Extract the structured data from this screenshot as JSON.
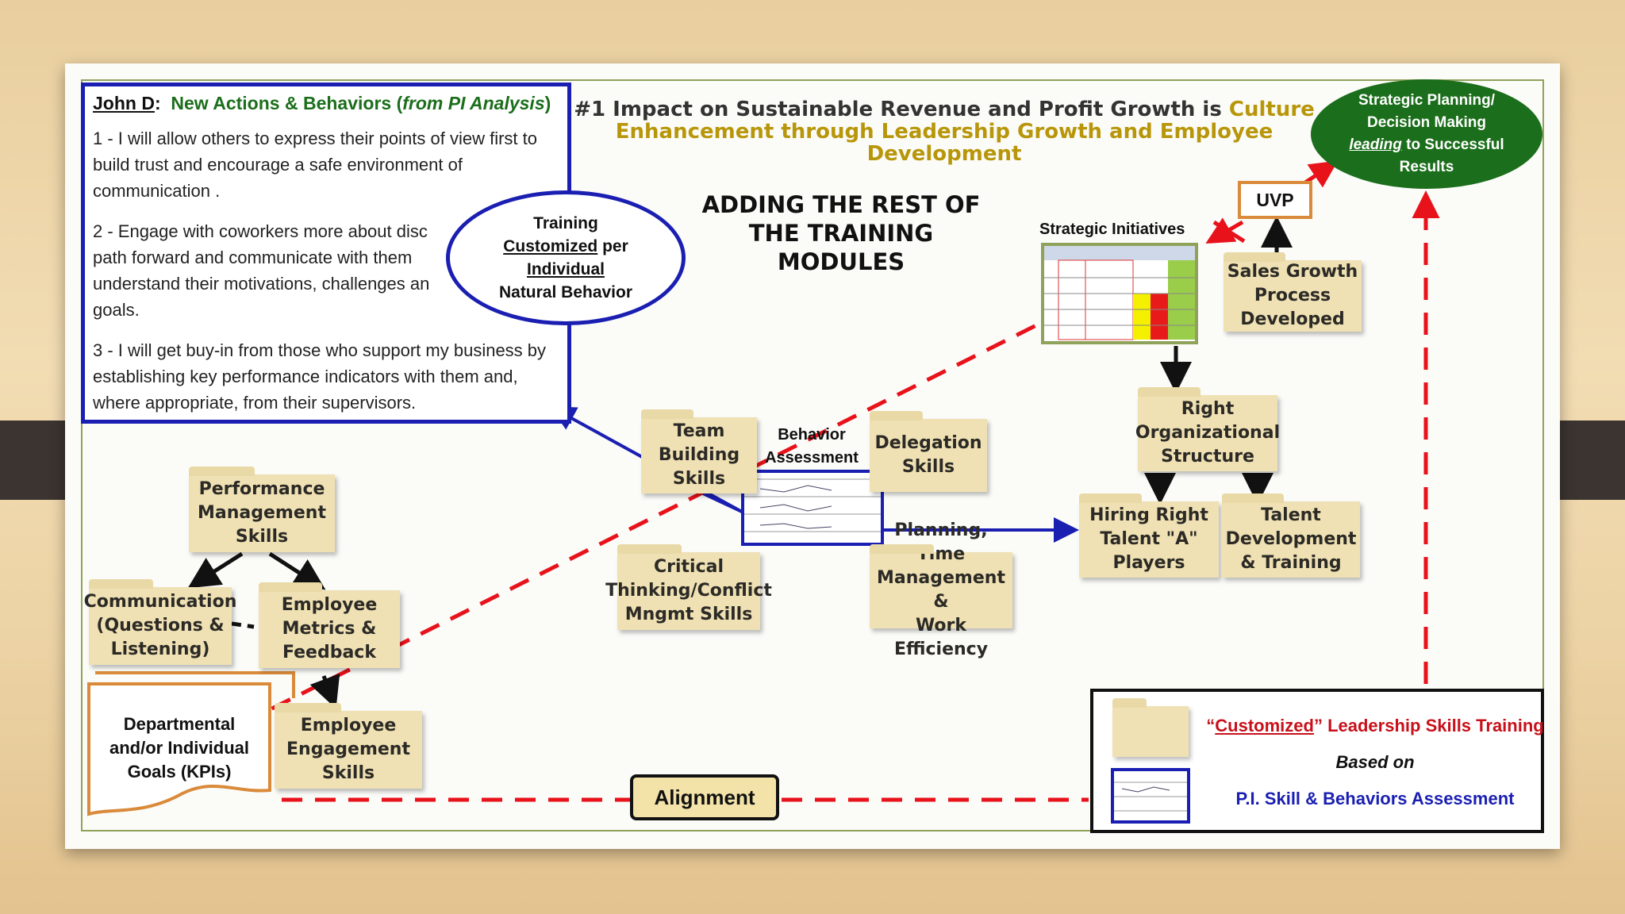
{
  "header": {
    "line1_prefix": "#1 Impact on Sustainable Revenue and Profit Growth is ",
    "line1_highlight": "Culture",
    "line2": "Enhancement through Leadership Growth and Employee Development"
  },
  "heading": {
    "lines": [
      "ADDING THE REST OF",
      "THE TRAINING",
      "MODULES"
    ]
  },
  "infobox": {
    "name": "John D",
    "title_main": "New Actions & Behaviors (",
    "title_italic": "from PI Analysis",
    "title_close": ")",
    "items": [
      "1 - I will allow others to express their points of view first to build trust and encourage a safe environment of communication .",
      "2 - Engage with coworkers more about disc path forward and communicate with them understand their motivations, challenges an goals.",
      "3 - I will get buy-in from those who support my business by establishing key performance indicators with them and, where appropriate, from their supervisors."
    ]
  },
  "ellipse": {
    "line1": "Training",
    "line2_u": "Customized",
    "line2_rest": " per",
    "line3_u": "Individual",
    "line4": "Natural Behavior"
  },
  "strategic_oval": {
    "line1": "Strategic Planning/",
    "line2": "Decision Making",
    "line3_u": "leading",
    "line3_rest": " to Successful",
    "line4": "Results"
  },
  "uvp": "UVP",
  "strategic_initiatives_label": "Strategic Initiatives",
  "behavior_assessment_label": "Behavior\nAssessment",
  "folders": {
    "sales_growth": "Sales Growth\nProcess\nDeveloped",
    "right_org": "Right\nOrganizational\nStructure",
    "hiring": "Hiring Right\nTalent \"A\"\nPlayers",
    "talent_dev": "Talent\nDevelopment\n& Training",
    "team_building": "Team\nBuilding\nSkills",
    "delegation": "Delegation\nSkills",
    "critical": "Critical\nThinking/Conflict\nMngmt Skills",
    "planning": "Planning, Time\nManagement &\nWork Efficiency",
    "performance": "Performance\nManagement\nSkills",
    "communication": "Communication\n(Questions &\nListening)",
    "metrics": "Employee\nMetrics &\nFeedback",
    "engagement": "Employee\nEngagement\nSkills"
  },
  "goals_box": "Departmental\nand/or Individual\nGoals (KPIs)",
  "alignment": "Alignment",
  "legend": {
    "customized": "Customized",
    "rest": " Leadership Skills Training",
    "based_on": "Based on",
    "pi": "P.I. Skill & Behaviors Assessment"
  },
  "colors": {
    "blue": "#1a1fb2",
    "red": "#e8121b",
    "green": "#1b6e1b",
    "olive": "#b8960a",
    "folder": "#efe1b3",
    "orange": "#d98a3a"
  }
}
